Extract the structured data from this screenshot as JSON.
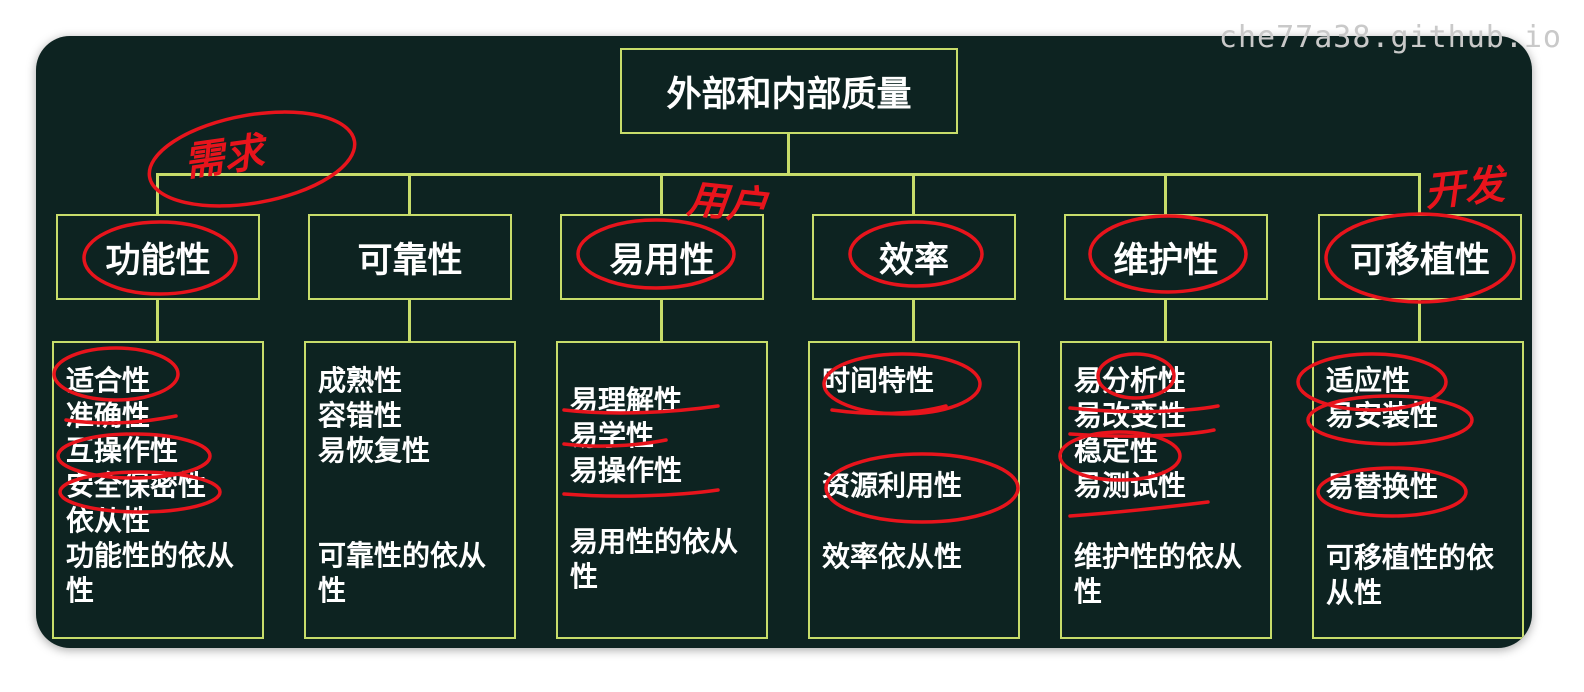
{
  "watermark": "che77a38.github.io",
  "diagram": {
    "root": "外部和内部质量",
    "categories": [
      {
        "label": "功能性",
        "items": [
          "适合性",
          "准确性",
          "互操作性",
          "安全保密性",
          "依从性",
          "功能性的依从性"
        ]
      },
      {
        "label": "可靠性",
        "items": [
          "成熟性",
          "容错性",
          "易恢复性",
          "可靠性的依从性"
        ]
      },
      {
        "label": "易用性",
        "items": [
          "易理解性",
          "易学性",
          "易操作性",
          "易用性的依从性"
        ]
      },
      {
        "label": "效率",
        "items": [
          "时间特性",
          "资源利用性",
          "效率依从性"
        ]
      },
      {
        "label": "维护性",
        "items": [
          "易分析性",
          "易改变性",
          "稳定性",
          "易测试性",
          "维护性的依从性"
        ]
      },
      {
        "label": "可移植性",
        "items": [
          "适应性",
          "易安装性",
          "易替换性",
          "可移植性的依从性"
        ]
      }
    ]
  },
  "annotations": {
    "ink_color": "#e8141c",
    "notes": [
      "需求",
      "用户",
      "开发"
    ]
  },
  "colors": {
    "board": "#0d2321",
    "border": "#c7dc6a",
    "text": "#ffffff"
  }
}
